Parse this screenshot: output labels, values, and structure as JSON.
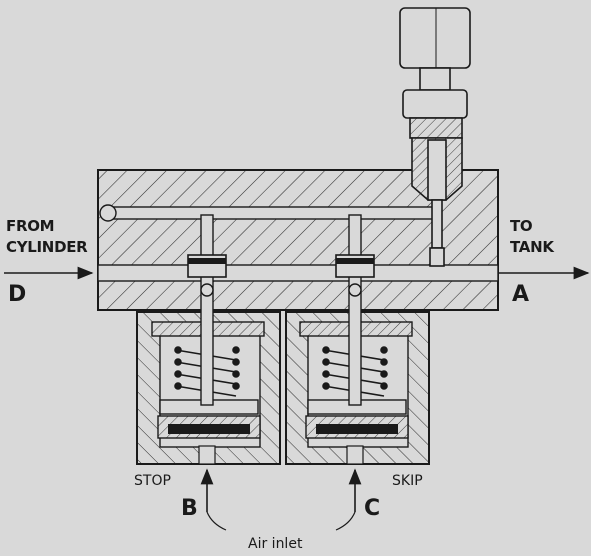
{
  "labels": {
    "from_cylinder_line1": "FROM",
    "from_cylinder_line2": "CYLINDER",
    "port_d": "D",
    "to_tank_line1": "TO",
    "to_tank_line2": "TANK",
    "port_a": "A",
    "stop": "STOP",
    "skip": "SKIP",
    "port_b": "B",
    "port_c": "C",
    "air_inlet": "Air inlet"
  },
  "colors": {
    "background": "#d9d9d9",
    "line": "#1a1a1a",
    "hatch": "#2b2b2b"
  }
}
